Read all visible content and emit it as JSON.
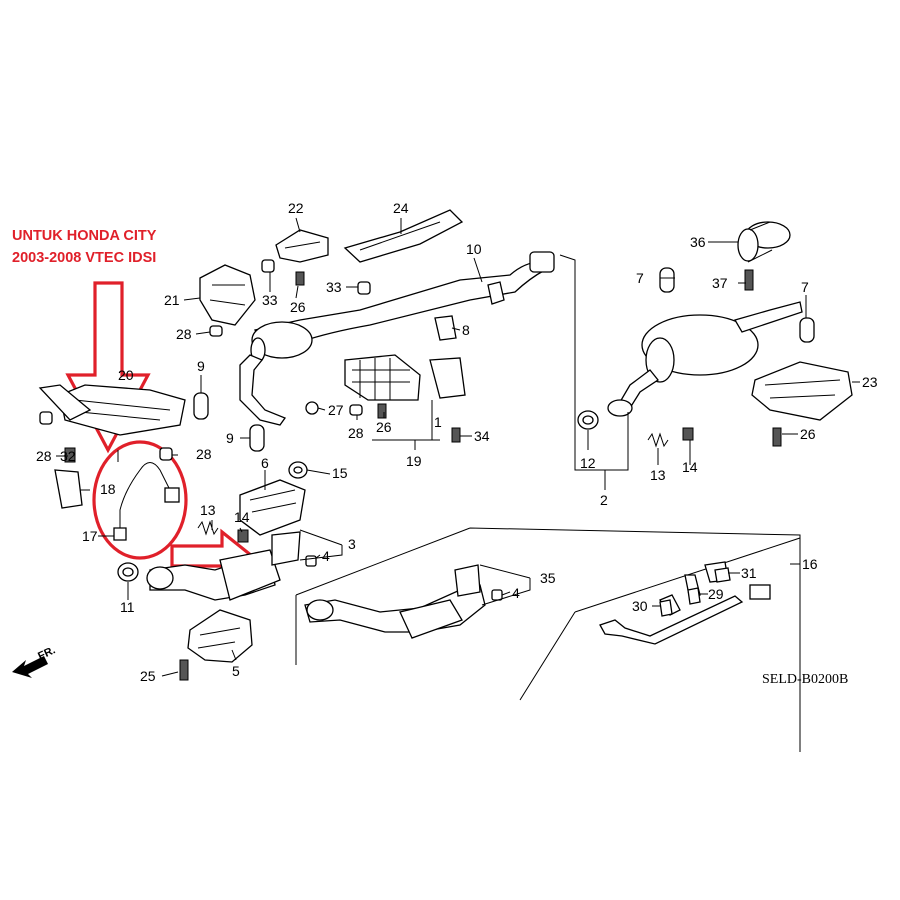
{
  "annotation": {
    "line1": "UNTUK HONDA CITY",
    "line2": "2003-2008 VTEC IDSI",
    "color": "#e0202a"
  },
  "diagram_code": "SELD-B0200B",
  "direction_label": "FR.",
  "callouts": {
    "c1": "1",
    "c2": "2",
    "c3": "3",
    "c4a": "4",
    "c4b": "4",
    "c5": "5",
    "c6": "6",
    "c7a": "7",
    "c7b": "7",
    "c8": "8",
    "c9a": "9",
    "c9b": "9",
    "c10": "10",
    "c11": "11",
    "c12": "12",
    "c13a": "13",
    "c13b": "13",
    "c14a": "14",
    "c14b": "14",
    "c15": "15",
    "c16": "16",
    "c17": "17",
    "c18": "18",
    "c19": "19",
    "c20": "20",
    "c21": "21",
    "c22": "22",
    "c23": "23",
    "c24": "24",
    "c25": "25",
    "c26a": "26",
    "c26b": "26",
    "c26c": "26",
    "c27": "27",
    "c28a": "28",
    "c28b": "28",
    "c28c": "28",
    "c28d": "28",
    "c29": "29",
    "c30": "30",
    "c31": "31",
    "c32": "32",
    "c33a": "33",
    "c33b": "33",
    "c34": "34",
    "c35": "35",
    "c36": "36",
    "c37": "37"
  }
}
